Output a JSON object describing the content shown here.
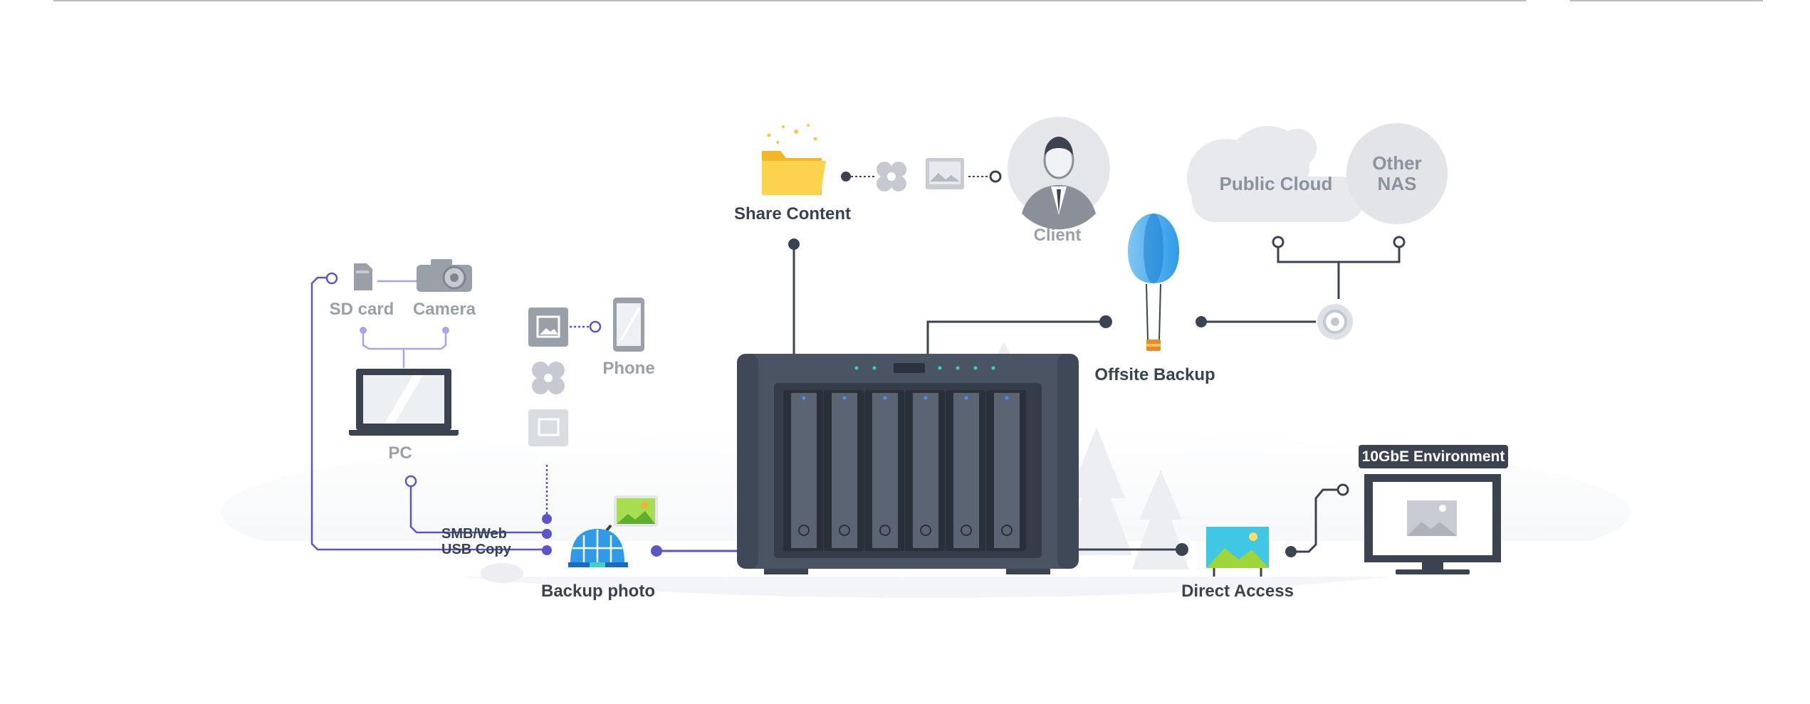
{
  "labels": {
    "share_content": "Share Content",
    "client": "Client",
    "public_cloud": "Public Cloud",
    "other_nas_line1": "Other",
    "other_nas_line2": "NAS",
    "offsite_backup": "Offsite Backup",
    "sd_card": "SD card",
    "camera": "Camera",
    "pc": "PC",
    "phone": "Phone",
    "smb_web": "SMB/Web",
    "usb_copy": "USB Copy",
    "backup_photo": "Backup photo",
    "direct_access": "Direct Access",
    "tengbe_environment": "10GbE Environment"
  },
  "icons": {
    "nas": "nas-device-icon",
    "folder": "folder-icon",
    "client": "person-icon",
    "balloon": "hot-air-balloon-icon",
    "laptop": "laptop-icon",
    "phone": "phone-icon",
    "camera": "camera-icon",
    "sd_card": "sd-card-icon",
    "monitor": "monitor-icon",
    "photo": "photo-icon"
  },
  "colors": {
    "dark_line": "#3b4350",
    "purple_line": "#5b55c7",
    "gray_label": "#9aa0a8",
    "nas_body": "#4a5463",
    "accent_yellow": "#f9c940",
    "accent_blue": "#2f9be8",
    "accent_green": "#9ed53a"
  }
}
